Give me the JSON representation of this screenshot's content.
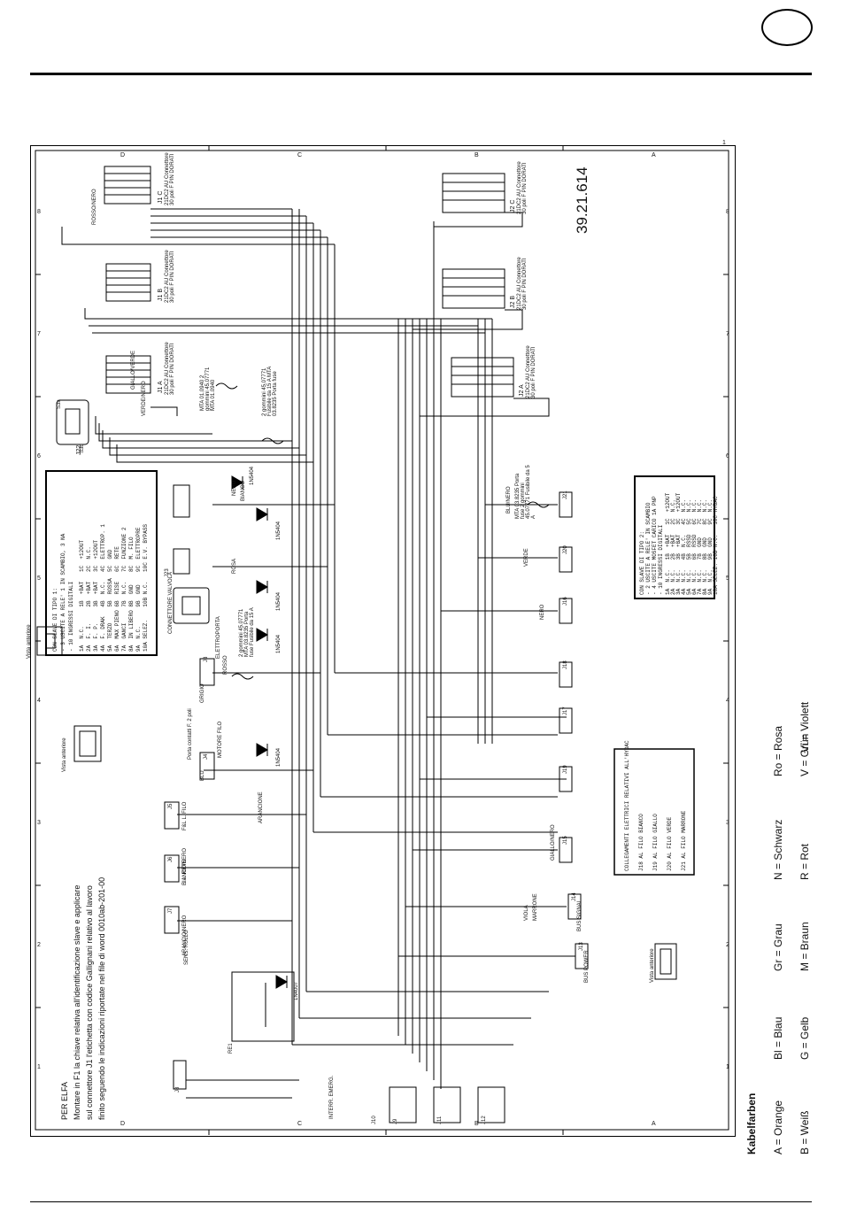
{
  "page": {
    "drawing_number": "39.21.614",
    "sheet_index": "1"
  },
  "notes": {
    "title": "PER ELFA",
    "line1": "Montare  in F1 la chiave relativa all'identificazione slave e applicare",
    "line2": "sul connettore J1 l'etichetta  con codice Gallignani relativo al lavoro",
    "line3": "finito seguendo le indicazioni riportate nel file di word 0010ab-201-00"
  },
  "grid": {
    "top": [
      "D",
      "C",
      "B",
      "A"
    ],
    "side": [
      "8",
      "7",
      "6",
      "5",
      "4",
      "3",
      "2",
      "1"
    ]
  },
  "connectors": [
    {
      "id": "J1 C",
      "desc": "21DC2 AU Connettore 30 poli F PIN DORATI"
    },
    {
      "id": "J1 B",
      "desc": "21DC2 AU Connettore 30 poli F PIN DORATI"
    },
    {
      "id": "J1 A",
      "desc": "21DC2 AU Connettore 30 poli F PIN DORATI"
    },
    {
      "id": "J2 C",
      "desc": "21DC2 AU Connettore 30 poli F PIN DORATI"
    },
    {
      "id": "J2 B",
      "desc": "21DC2 AU Connettore 30 poli F PIN DORATI"
    },
    {
      "id": "J2 A",
      "desc": "21DC2 AU Connettore 30 poli F PIN DORATI"
    }
  ],
  "slave1_box": {
    "header": "CON SLAVE DI TIPO 1:",
    "lines": [
      "- 3 USCITE A RELE' 1 IN SCAMBIO, 3 NA",
      "- 10 INGRESSI DIGITALI",
      "1A  N.C.      1B  +BAT   1C  +12OUT",
      "2A  F. I.     2B  +BAT   2C  N.C.",
      "3A  F. P.     3B  +BAT   3C  +12OUT",
      "4A  F. DRAK   4B  N.C.   4C  ELETTROP. 1",
      "5A  TERZO     5B  ROSSA  5C  GND",
      "6A  MAX PIENO 6B  RISE   6C  RETE",
      "7A  GANCI     7B  N.C.   7C  FUNZIONE 2",
      "8A  IN LIBERO 8B  GND    8C  M. FILO",
      "9A  N.C.      9B  GND    9C  ELETTROPRE",
      "10A SELEZ.    10B N.C.   10C E.V. BYPASS"
    ]
  },
  "slave2_box": {
    "header": "CON SLAVE DI TIPO 2:",
    "lines": [
      "- 2 USCITE A RELE' IN SCAMBIO",
      "- 4 USCITE MOSFET CARICO 1A PNP",
      "- 10 INGRESSI DIGITALI",
      "1A  N.C.   1B  +BAT   1C  +12OUT",
      "2A  N.C.   2B  +BAT   2C  N.C.",
      "3A  N.C.   3B  +BAT   3C  +12OUT",
      "4A  N.C.   4B  N.C.   4C  N.C.",
      "5A  N.C.   5B  RSSD   5C  N.C.",
      "6A  N.C.   6B  RSSD   6C  N.C.",
      "7A  N.C.   7B  GND    7C  N.C.",
      "8A  N.C.   8B  GND    8C  N.C.",
      "9A  N.C.   9B  GND    9C  N.C.",
      "10A SELEZ. 10B N.C.   10C HYDAC"
    ]
  },
  "wire_color_box": {
    "header": "COLLEGAMENTI ELETTRICI RELATIVI ALL'HYDAC",
    "lines": [
      "J18 AL FILO BIANCO",
      "J19 AL FILO GIALLO",
      "J20 AL FILO VERDE",
      "J21 AL FILO MARRONE"
    ]
  },
  "fuses": [
    {
      "id": "F1",
      "desc": "MTA 01.0940 2 gommini 45.07771 MTA 01.0940"
    },
    {
      "id": "F2",
      "desc": "2 gommini 45.07771 Fusibile da 15 A MTA 03.8235 Porta fuse"
    },
    {
      "id": "F3",
      "desc": "2 gommini 45.07771 MTA 03.8235 Porta fuse Fusibile da 15 A"
    },
    {
      "id": "F4",
      "desc": "MTA 03.8235 Porta fuse 2 gommini 45.07771 Fusibile da 5 A"
    }
  ],
  "diodes": [
    "1N5404",
    "1N5404",
    "1N5404",
    "1N5404",
    "1N5404",
    "1N4007"
  ],
  "labels": {
    "j22": "J22",
    "s3a": "S3a",
    "s3b": "S3b",
    "j23": "J23",
    "conn_valve": "CONNETTORE VALVOLA",
    "elettroporta": "ELETTROPORTA",
    "motore_filo": "MOTORE FILO",
    "porta_contatti": "Porta contatti F. 2 poli",
    "sens_rullo": "SENS. RULLO",
    "f_l_rete": "F. L. RETE",
    "f_l_filo": "F&L L. FILO",
    "interr_emerg": "INTERR. EMERG.",
    "bus_power": "BUS POWER",
    "bus_signal": "BUS SIGNAL",
    "rele": "RE1",
    "vista_anteriore": "Vista anteriore"
  },
  "wire_labels": [
    "ROSSO/NERO",
    "NERO",
    "BIANCO",
    "ROSSO",
    "GIALLO/VERDE",
    "VERDE/NERO",
    "MARRONE",
    "VIOLA",
    "ARANCIO/NERO",
    "BIANCO/NERO",
    "GIALLO/NERO",
    "BLU/NERO",
    "VERDE",
    "NERO",
    "ARANCIONE",
    "GRIGIO",
    "BLU",
    "ROSA"
  ],
  "terminals": [
    "J3",
    "J4",
    "J5",
    "J6",
    "J7",
    "J8",
    "J9",
    "J10",
    "J11",
    "J12",
    "J13",
    "J14",
    "J15",
    "J16",
    "J17",
    "J18",
    "J19",
    "J20",
    "J21"
  ],
  "legend": {
    "title": "Kabelfarben",
    "items": [
      {
        "key": "A = Orange",
        "row": 0
      },
      {
        "key": "Bl = Blau",
        "row": 0
      },
      {
        "key": "Gr = Grau",
        "row": 0
      },
      {
        "key": "N = Schwarz",
        "row": 0
      },
      {
        "key": "Ro = Rosa",
        "row": 0
      },
      {
        "key": "B = Weiß",
        "row": 1
      },
      {
        "key": "G = Gelb",
        "row": 1
      },
      {
        "key": "M = Braun",
        "row": 1
      },
      {
        "key": "R = Rot",
        "row": 1
      },
      {
        "key": "V = Grün",
        "row": 1
      },
      {
        "key": "Vi = Violett",
        "row": 1
      }
    ]
  }
}
